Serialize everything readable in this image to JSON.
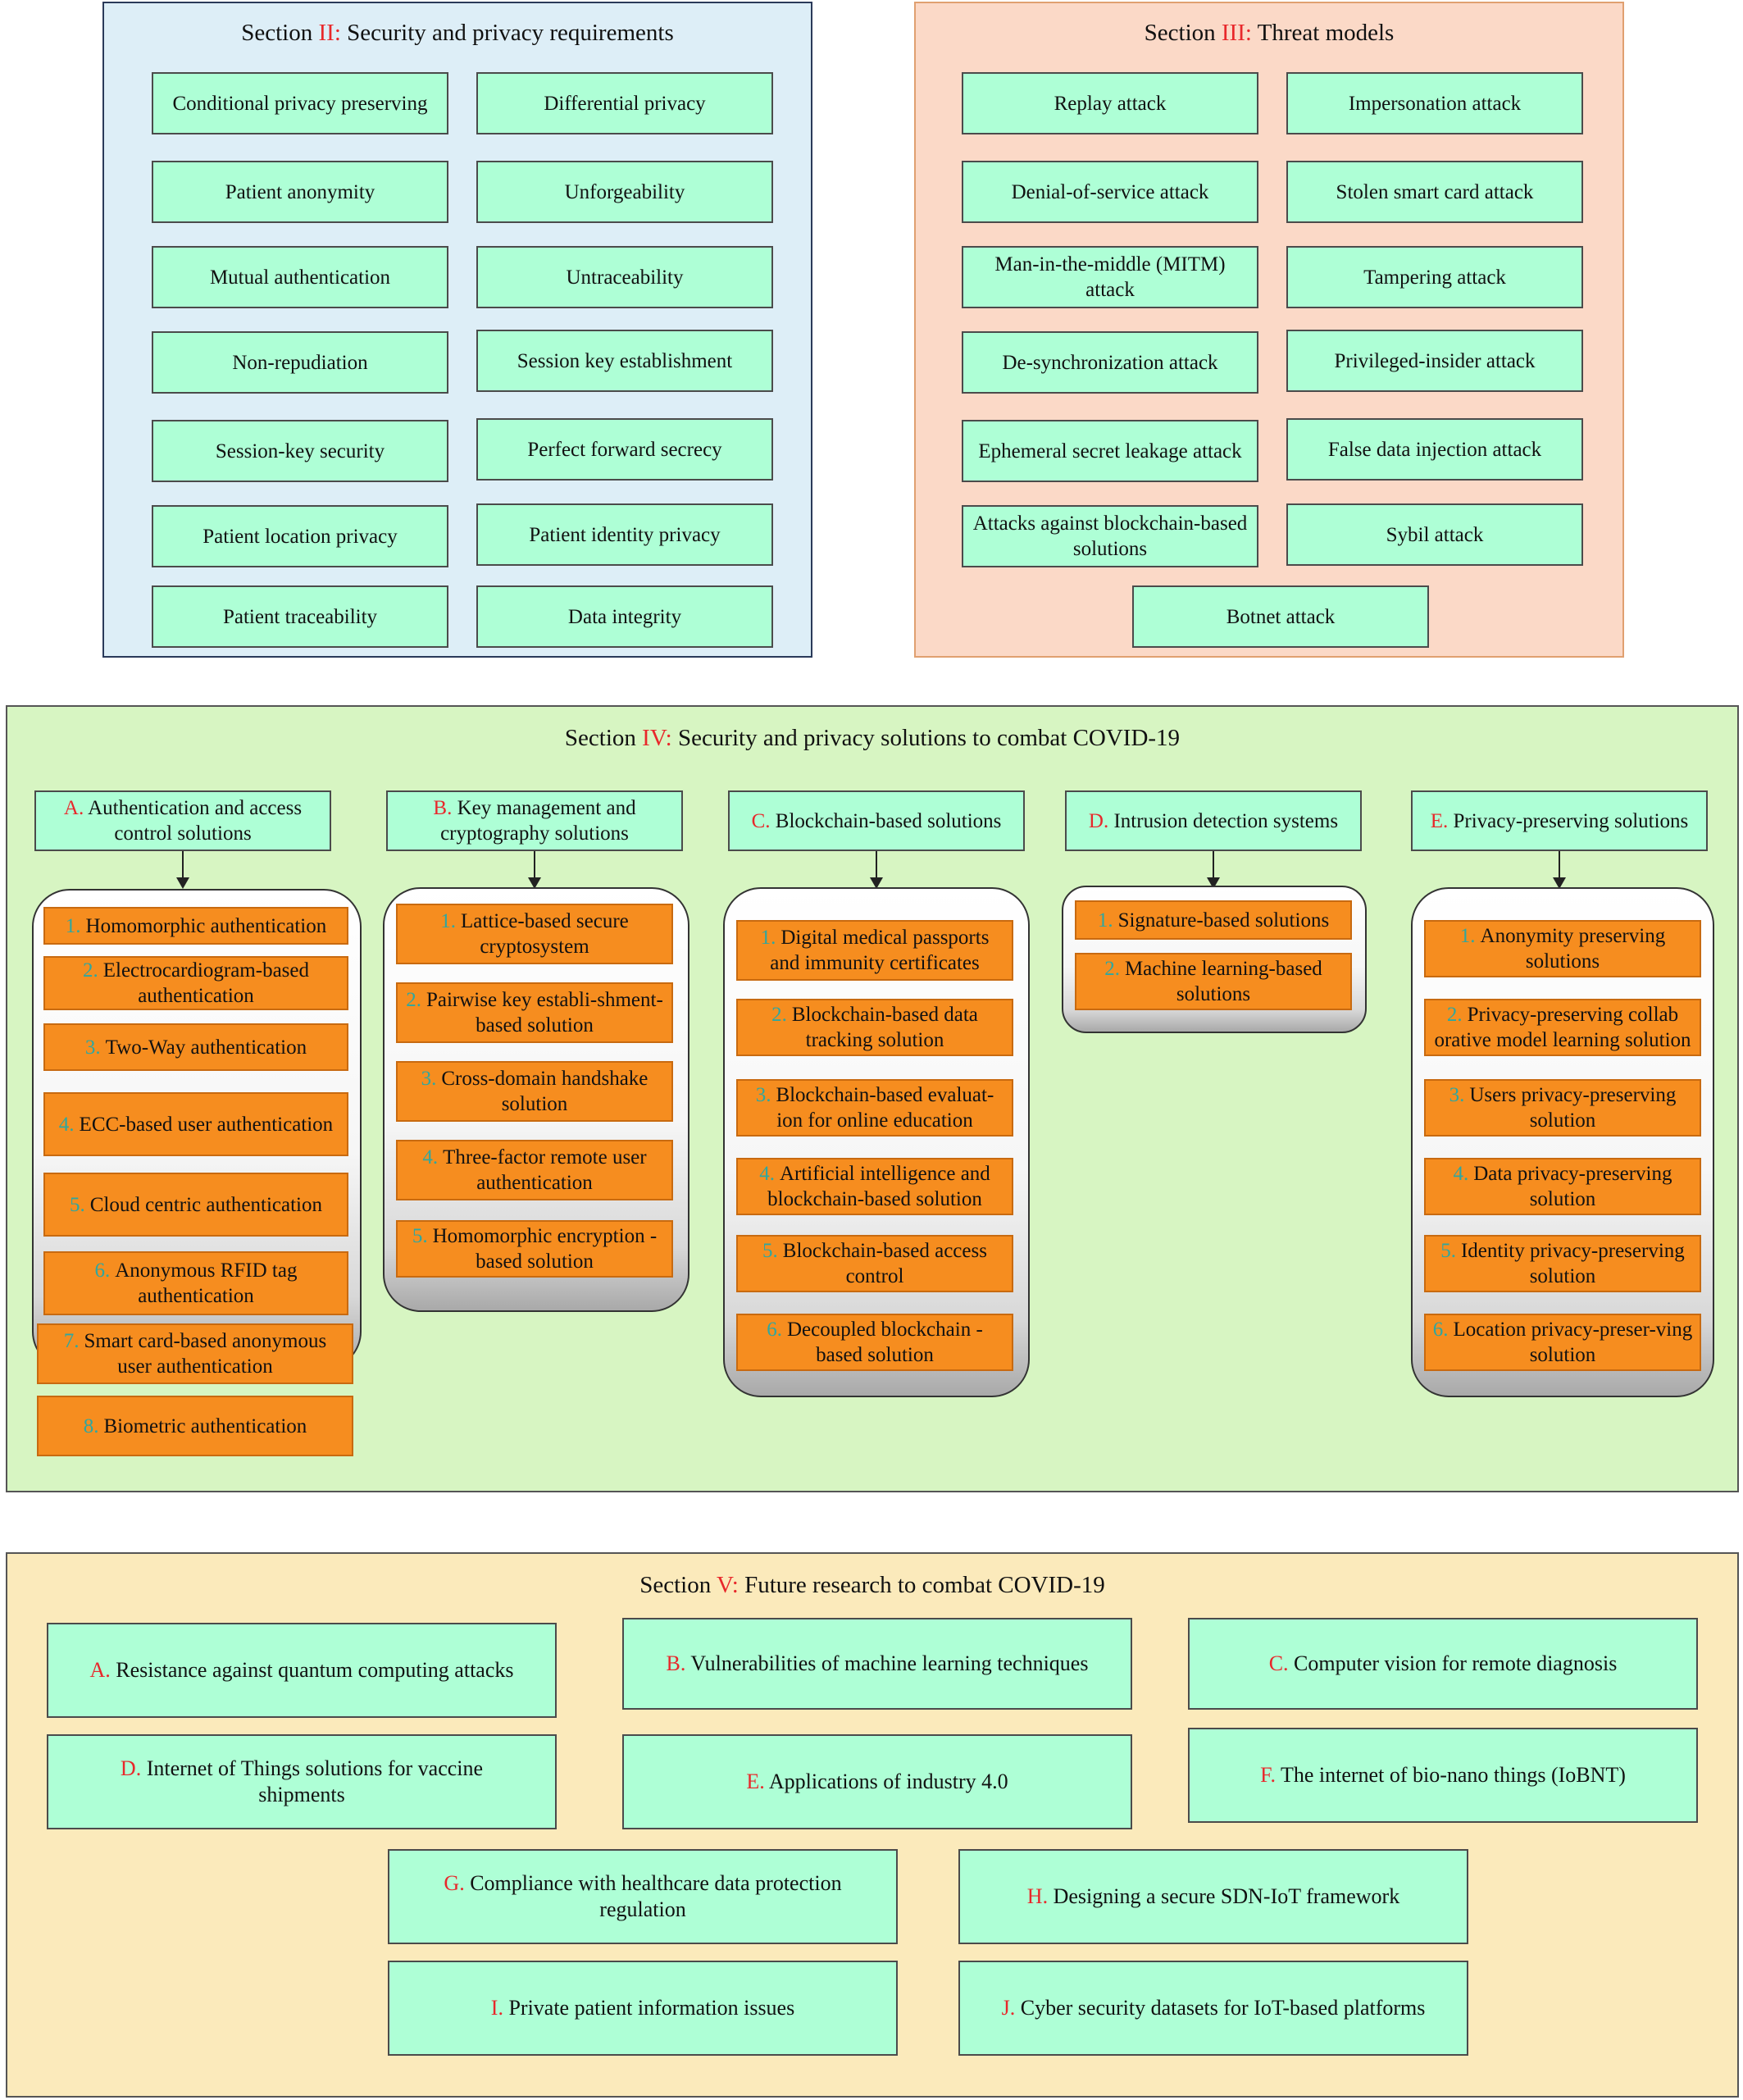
{
  "section2": {
    "prefix": "Section ",
    "numeral": "II:",
    "title": " Security and privacy requirements",
    "items": [
      "Conditional privacy preserving",
      "Differential privacy",
      "Patient anonymity",
      "Unforgeability",
      "Mutual authentication",
      "Untraceability",
      "Non-repudiation",
      "Session key establishment",
      "Session-key security",
      "Perfect forward secrecy",
      "Patient location privacy",
      "Patient identity privacy",
      "Patient traceability",
      "Data integrity"
    ]
  },
  "section3": {
    "prefix": "Section ",
    "numeral": "III:",
    "title": " Threat models",
    "items": [
      "Replay attack",
      "Impersonation attack",
      "Denial-of-service attack",
      "Stolen smart card attack",
      "Man-in-the-middle (MITM) attack",
      "Tampering attack",
      "De-synchronization attack",
      "Privileged-insider attack",
      "Ephemeral secret leakage attack",
      "False data injection attack",
      "Attacks against blockchain-based solutions",
      "Sybil attack",
      "Botnet attack"
    ]
  },
  "section4": {
    "prefix": "Section ",
    "numeral": "IV:",
    "title": " Security and privacy solutions to combat COVID-19",
    "columns": [
      {
        "letter": "A.",
        "header": " Authentication and access control solutions",
        "items": [
          {
            "n": "1.",
            "t": "Homomorphic authentication"
          },
          {
            "n": "2.",
            "t": "Electrocardiogram-based authentication"
          },
          {
            "n": "3.",
            "t": "Two-Way authentication"
          },
          {
            "n": "4.",
            "t": "ECC-based user authentication"
          },
          {
            "n": "5.",
            "t": "Cloud centric authentication"
          },
          {
            "n": "6.",
            "t": "Anonymous RFID tag authentication"
          },
          {
            "n": "7.",
            "t": "Smart card-based anonymous user authentication"
          },
          {
            "n": "8.",
            "t": "Biometric authentication"
          }
        ]
      },
      {
        "letter": "B.",
        "header": " Key management and cryptography solutions",
        "items": [
          {
            "n": "1.",
            "t": "Lattice-based secure cryptosystem"
          },
          {
            "n": "2.",
            "t": "Pairwise key establi-shment-based solution"
          },
          {
            "n": "3.",
            "t": "Cross-domain handshake solution"
          },
          {
            "n": "4.",
            "t": "Three-factor remote user authentication"
          },
          {
            "n": "5.",
            "t": "Homomorphic encryption -based solution"
          }
        ]
      },
      {
        "letter": "C.",
        "header": " Blockchain-based solutions",
        "items": [
          {
            "n": "1.",
            "t": "Digital medical passports and immunity certificates"
          },
          {
            "n": "2.",
            "t": "Blockchain-based data tracking solution"
          },
          {
            "n": "3.",
            "t": "Blockchain-based evaluat-ion for online education"
          },
          {
            "n": "4.",
            "t": "Artificial intelligence and blockchain-based solution"
          },
          {
            "n": "5.",
            "t": "Blockchain-based access control"
          },
          {
            "n": "6.",
            "t": "Decoupled blockchain -based solution"
          }
        ]
      },
      {
        "letter": "D.",
        "header": " Intrusion detection systems",
        "items": [
          {
            "n": "1.",
            "t": "Signature-based solutions"
          },
          {
            "n": "2.",
            "t": "Machine learning-based solutions"
          }
        ]
      },
      {
        "letter": "E.",
        "header": " Privacy-preserving solutions",
        "items": [
          {
            "n": "1.",
            "t": "Anonymity preserving solutions"
          },
          {
            "n": "2.",
            "t": "Privacy-preserving collab orative model learning solution"
          },
          {
            "n": "3.",
            "t": "Users privacy-preserving solution"
          },
          {
            "n": "4.",
            "t": "Data privacy-preserving solution"
          },
          {
            "n": "5.",
            "t": "Identity privacy-preserving solution"
          },
          {
            "n": "6.",
            "t": "Location privacy-preser-ving solution"
          }
        ]
      }
    ]
  },
  "section5": {
    "prefix": "Section ",
    "numeral": "V:",
    "title": " Future research to combat COVID-19",
    "items": [
      {
        "letter": "A.",
        "text": " Resistance against quantum computing attacks"
      },
      {
        "letter": "B.",
        "text": " Vulnerabilities of machine learning techniques"
      },
      {
        "letter": "C.",
        "text": " Computer vision for remote diagnosis"
      },
      {
        "letter": "D.",
        "text": " Internet of Things solutions for vaccine shipments"
      },
      {
        "letter": "E.",
        "text": " Applications of industry 4.0"
      },
      {
        "letter": "F.",
        "text": " The internet of bio-nano things (IoBNT)"
      },
      {
        "letter": "G.",
        "text": " Compliance with healthcare data protection regulation"
      },
      {
        "letter": "H.",
        "text": " Designing a secure SDN-IoT framework"
      },
      {
        "letter": "I.",
        "text": " Private patient information issues"
      },
      {
        "letter": "J.",
        "text": " Cyber security datasets for IoT-based platforms"
      }
    ]
  }
}
